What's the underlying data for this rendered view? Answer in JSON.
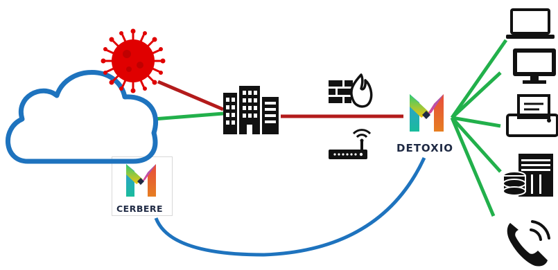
{
  "brand": {
    "detoxio_label": "DETOXIO",
    "cerbere_label": "CERBERE"
  },
  "colors": {
    "cloud": "#1e73be",
    "threat_link": "#b31b1b",
    "safe_link": "#22b04b",
    "virus": "#e00000",
    "icon": "#111111"
  },
  "icons": [
    "cloud-icon",
    "virus-icon",
    "building-icon",
    "firewall-icon",
    "router-icon",
    "detoxio-logo",
    "cerbere-logo",
    "laptop-icon",
    "desktop-icon",
    "printer-icon",
    "server-icon",
    "phone-icon"
  ]
}
